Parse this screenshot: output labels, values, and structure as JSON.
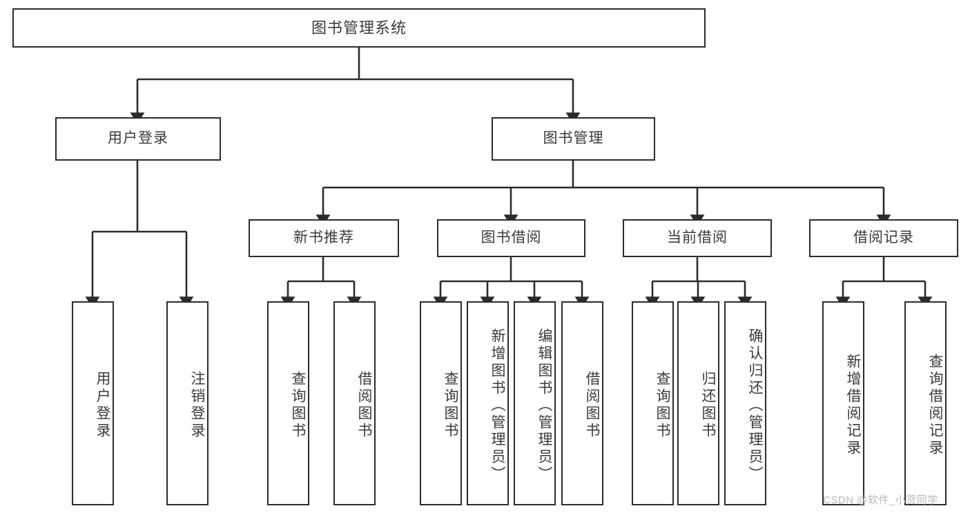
{
  "diagram": {
    "type": "tree-hierarchy-chart",
    "title": "图书管理系统",
    "root": {
      "label": "图书管理系统"
    },
    "level1": [
      {
        "id": "user-login",
        "label": "用户登录"
      },
      {
        "id": "book-manage",
        "label": "图书管理"
      }
    ],
    "level2": [
      {
        "id": "new-book-recommend",
        "label": "新书推荐",
        "parent": "book-manage"
      },
      {
        "id": "book-borrow",
        "label": "图书借阅",
        "parent": "book-manage"
      },
      {
        "id": "current-borrow",
        "label": "当前借阅",
        "parent": "book-manage"
      },
      {
        "id": "borrow-record",
        "label": "借阅记录",
        "parent": "book-manage"
      }
    ],
    "leaves": [
      {
        "id": "leaf-user-login",
        "label": "用户登录",
        "parent": "user-login"
      },
      {
        "id": "leaf-logout-login",
        "label": "注销登录",
        "parent": "user-login"
      },
      {
        "id": "leaf-query-book-1",
        "label": "查询图书",
        "parent": "new-book-recommend"
      },
      {
        "id": "leaf-borrow-book-1",
        "label": "借阅图书",
        "parent": "new-book-recommend"
      },
      {
        "id": "leaf-query-book-2",
        "label": "查询图书",
        "parent": "book-borrow"
      },
      {
        "id": "leaf-add-book",
        "label": "新增图书（管理员）",
        "parent": "book-borrow"
      },
      {
        "id": "leaf-edit-book",
        "label": "编辑图书（管理员）",
        "parent": "book-borrow"
      },
      {
        "id": "leaf-borrow-book-2",
        "label": "借阅图书",
        "parent": "book-borrow"
      },
      {
        "id": "leaf-query-book-3",
        "label": "查询图书",
        "parent": "current-borrow"
      },
      {
        "id": "leaf-return-book",
        "label": "归还图书",
        "parent": "current-borrow"
      },
      {
        "id": "leaf-confirm-return",
        "label": "确认归还（管理员）",
        "parent": "current-borrow"
      },
      {
        "id": "leaf-add-record",
        "label": "新增借阅记录",
        "parent": "borrow-record"
      },
      {
        "id": "leaf-query-record",
        "label": "查询借阅记录",
        "parent": "borrow-record"
      }
    ],
    "colors": {
      "stroke": "#2b2b2b",
      "box_fill": "#ffffff",
      "text": "#3a3a3a",
      "watermark": "#b9b9b9",
      "background": "#ffffff"
    }
  },
  "watermark": {
    "text": "CSDN @软件_小贺同学"
  }
}
